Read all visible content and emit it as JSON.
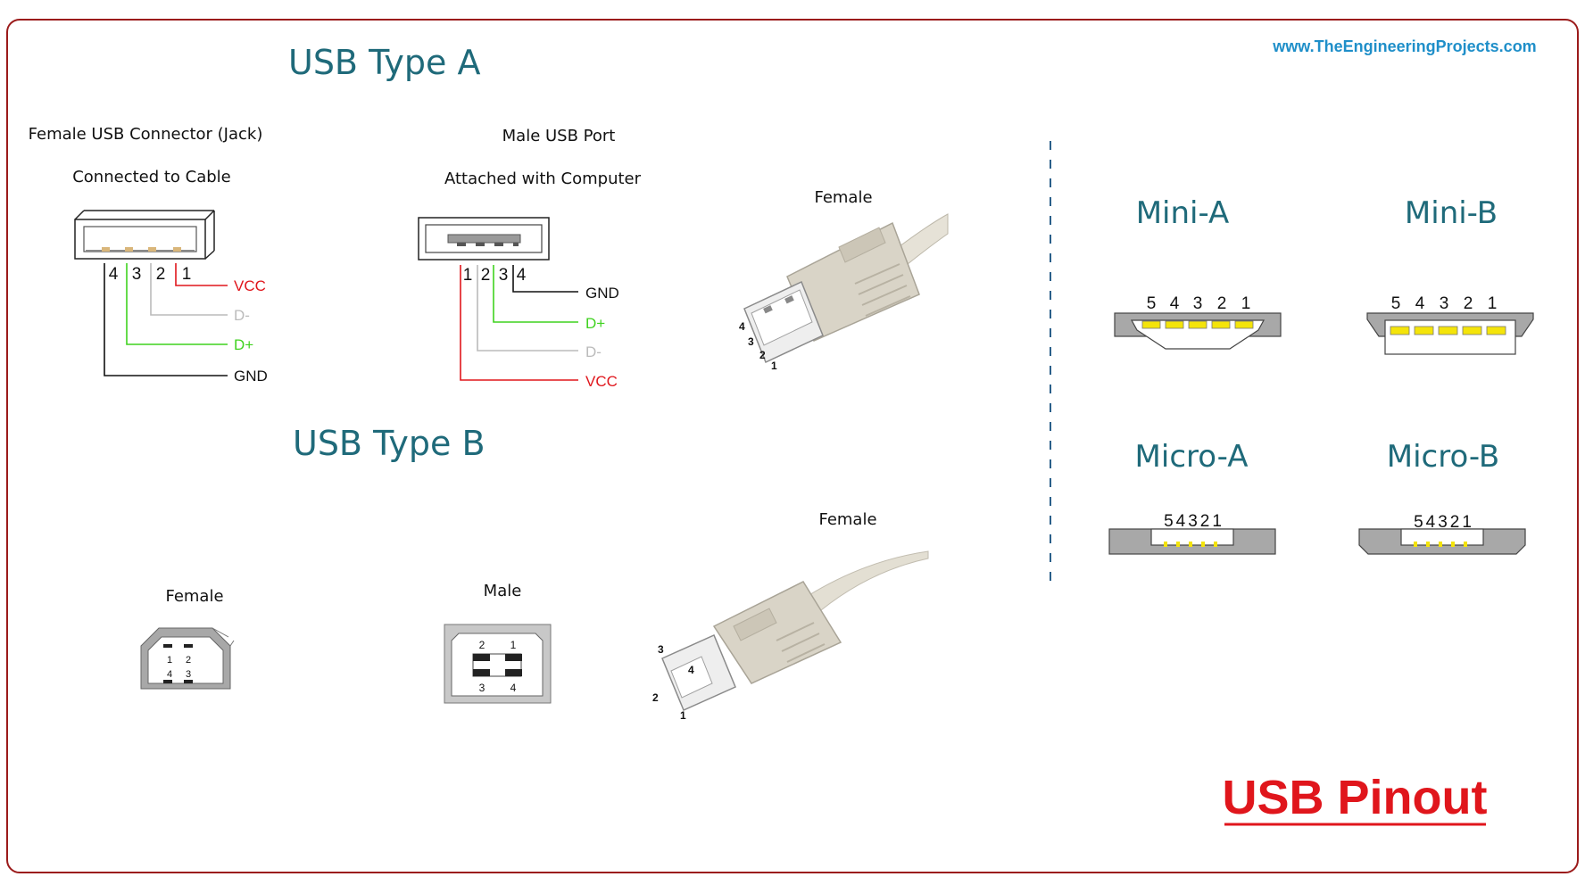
{
  "watermark": "www.TheEngineeringProjects.com",
  "main_title": "USB Pinout",
  "colors": {
    "border": "#9b1b1b",
    "heading": "#1f6a7a",
    "watermark": "#1f8fc9",
    "title": "#e0161c",
    "vcc": "#e0161c",
    "dplus": "#3fd21f",
    "dminus": "#bbbbbb",
    "gnd": "#111111",
    "connector_gray": "#a8a8a8",
    "pad_gold": "#d9b67a",
    "pad_yellow": "#f4e40a",
    "plug_body": "#d9d4c7"
  },
  "type_a": {
    "heading": "USB Type A",
    "female": {
      "title": "Female USB Connector (Jack)",
      "subtitle": "Connected to Cable",
      "pins": [
        "4",
        "3",
        "2",
        "1"
      ],
      "signals": [
        "VCC",
        "D-",
        "D+",
        "GND"
      ]
    },
    "male": {
      "title": "Male  USB Port",
      "subtitle": "Attached with Computer",
      "pins": [
        "1",
        "2",
        "3",
        "4"
      ],
      "signals": [
        "GND",
        "D+",
        "D-",
        "VCC"
      ]
    },
    "photo": {
      "label": "Female",
      "pins": [
        "4",
        "3",
        "2",
        "1"
      ]
    }
  },
  "type_b": {
    "heading": "USB Type B",
    "female": {
      "label": "Female",
      "pins": [
        "1",
        "2",
        "4",
        "3"
      ]
    },
    "male": {
      "label": "Male",
      "pins": [
        "2",
        "1",
        "3",
        "4"
      ]
    },
    "photo": {
      "label": "Female",
      "pins": [
        "3",
        "4",
        "2",
        "1"
      ]
    }
  },
  "mini_micro": {
    "mini_a": {
      "label": "Mini-A",
      "pins": [
        "5",
        "4",
        "3",
        "2",
        "1"
      ]
    },
    "mini_b": {
      "label": "Mini-B",
      "pins": [
        "5",
        "4",
        "3",
        "2",
        "1"
      ]
    },
    "micro_a": {
      "label": "Micro-A",
      "pins": "54321"
    },
    "micro_b": {
      "label": "Micro-B",
      "pins": "54321"
    }
  }
}
